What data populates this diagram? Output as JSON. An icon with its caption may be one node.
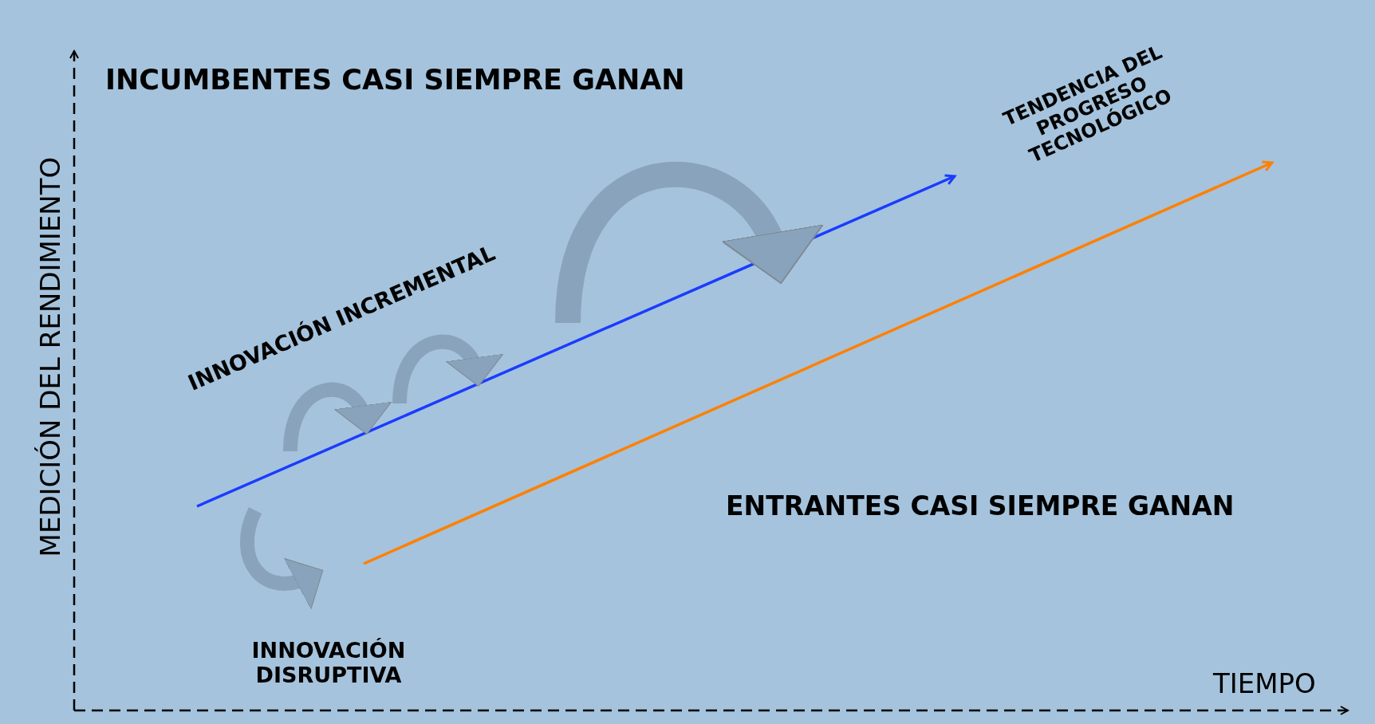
{
  "diagram": {
    "labels": [
      "INCUMBENTES CASI SIEMPRE GANAN",
      "TENDENCIA DEL PROGRESO TECNOLÓGICO",
      "INNOVACIÓN INCREMENTAL",
      "ENTRANTES CASI SIEMPRE GANAN",
      "INNOVACIÓN DISRUPTIVA",
      "MEDICIÓN DEL RENDIMIENTO",
      "TIEMPO"
    ]
  }
}
